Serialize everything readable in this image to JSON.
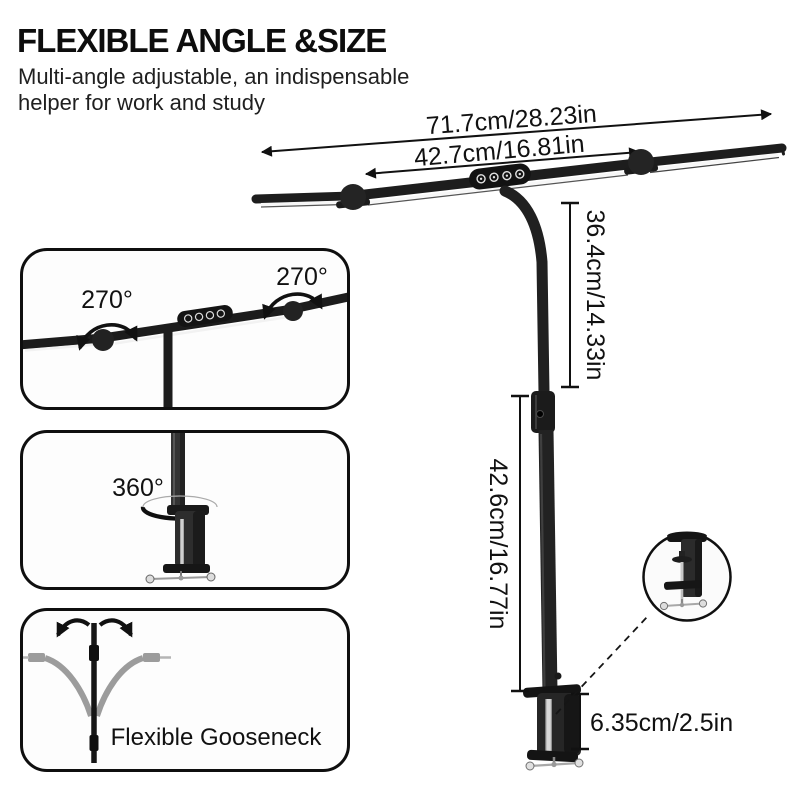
{
  "header": {
    "title": "FLEXIBLE ANGLE &SIZE",
    "subtitle": "Multi-angle adjustable, an indispensable helper for work and study"
  },
  "dimensions": {
    "total_width": "71.7cm/28.23in",
    "inner_width": "42.7cm/16.81in",
    "head_to_pole_height": "36.4cm/14.33in",
    "pole_height": "42.6cm/16.77in",
    "clamp_height": "6.35cm/2.5in"
  },
  "insets": {
    "head_rotation": {
      "left_angle": "270°",
      "right_angle": "270°"
    },
    "base_rotation": {
      "angle": "360°"
    },
    "gooseneck": {
      "label": "Flexible Gooseneck"
    }
  },
  "colors": {
    "lamp_black": "#1d1d1d",
    "text_black": "#111111",
    "gray_arm": "#9c9c9c",
    "background": "#ffffff"
  }
}
